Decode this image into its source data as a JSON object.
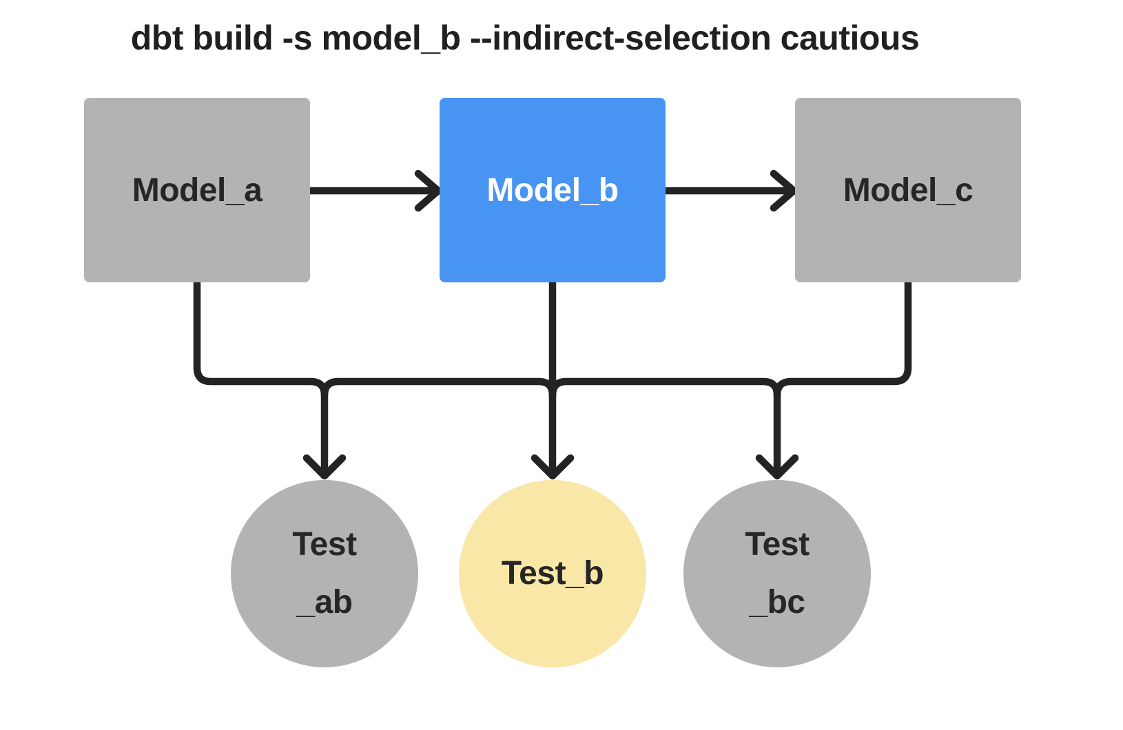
{
  "title": "dbt build -s model_b --indirect-selection cautious",
  "colors": {
    "selected_model_blue": "#4894f2",
    "indirectly_selected_test_yellow": "#f8e7a6",
    "unselected_gray": "#b3b3b3",
    "line_dark": "#232323",
    "background": "#ffffff"
  },
  "nodes": {
    "model_a": {
      "label": "Model_a",
      "type": "model",
      "fill": "#b3b3b3"
    },
    "model_b": {
      "label": "Model_b",
      "type": "model",
      "fill": "#4894f2"
    },
    "model_c": {
      "label": "Model_c",
      "type": "model",
      "fill": "#b3b3b3"
    },
    "test_ab": {
      "label_line1": "Test",
      "label_line2": "_ab",
      "type": "test",
      "fill": "#b3b3b3"
    },
    "test_b": {
      "label": "Test_b",
      "type": "test",
      "fill": "#f8e7a6"
    },
    "test_bc": {
      "label_line1": "Test",
      "label_line2": "_bc",
      "type": "test",
      "fill": "#b3b3b3"
    }
  },
  "edges": [
    {
      "from": "Model_a",
      "to": "Model_b"
    },
    {
      "from": "Model_b",
      "to": "Model_c"
    },
    {
      "from": "Model_a",
      "to": "Test_ab"
    },
    {
      "from": "Model_b",
      "to": "Test_ab"
    },
    {
      "from": "Model_b",
      "to": "Test_b"
    },
    {
      "from": "Model_b",
      "to": "Test_bc"
    },
    {
      "from": "Model_c",
      "to": "Test_bc"
    }
  ]
}
